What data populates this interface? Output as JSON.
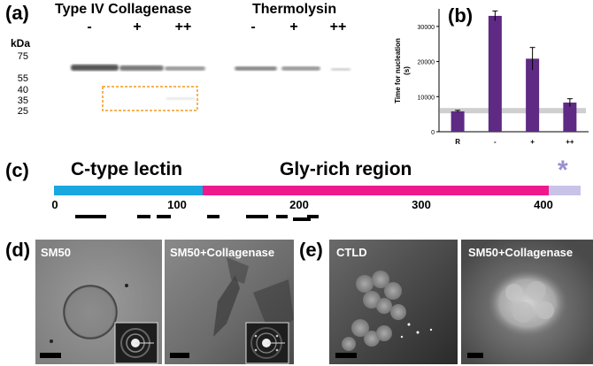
{
  "panels": {
    "a": {
      "label": "(a)",
      "group1_title": "Type IV Collagenase",
      "group2_title": "Thermolysin",
      "lanes1": [
        "-",
        "+",
        "++"
      ],
      "lanes2": [
        "-",
        "+",
        "++"
      ],
      "kda_title": "kDa",
      "kda_marks": [
        "75",
        "55",
        "40",
        "35",
        "25"
      ]
    },
    "b": {
      "label": "(b)"
    },
    "c": {
      "label": "(c)",
      "domain1": "C-type lectin",
      "domain2": "Gly-rich region",
      "star": "*",
      "ticks": [
        "0",
        "100",
        "200",
        "300",
        "400"
      ],
      "colors": {
        "lectin": "#1aa7e0",
        "gly": "#ee1a8c",
        "tail": "#c9c3e8",
        "star": "#9b8fcf"
      }
    },
    "d": {
      "label": "(d)",
      "img1": "SM50",
      "img2": "SM50+Collagenase"
    },
    "e": {
      "label": "(e)",
      "img1": "CTLD",
      "img2": "SM50+Collagenase"
    }
  },
  "chart_data": {
    "type": "bar",
    "categories": [
      "R",
      "-",
      "+",
      "++"
    ],
    "values": [
      5800,
      33000,
      20800,
      8300
    ],
    "errors": [
      300,
      1400,
      3200,
      1100
    ],
    "ylabel": "Time for nucleation (s)",
    "ylim": [
      0,
      35000
    ],
    "yticks": [
      0,
      10000,
      20000,
      30000
    ],
    "reference_band": 6000,
    "bar_color": "#5e2a84",
    "grid": false
  }
}
